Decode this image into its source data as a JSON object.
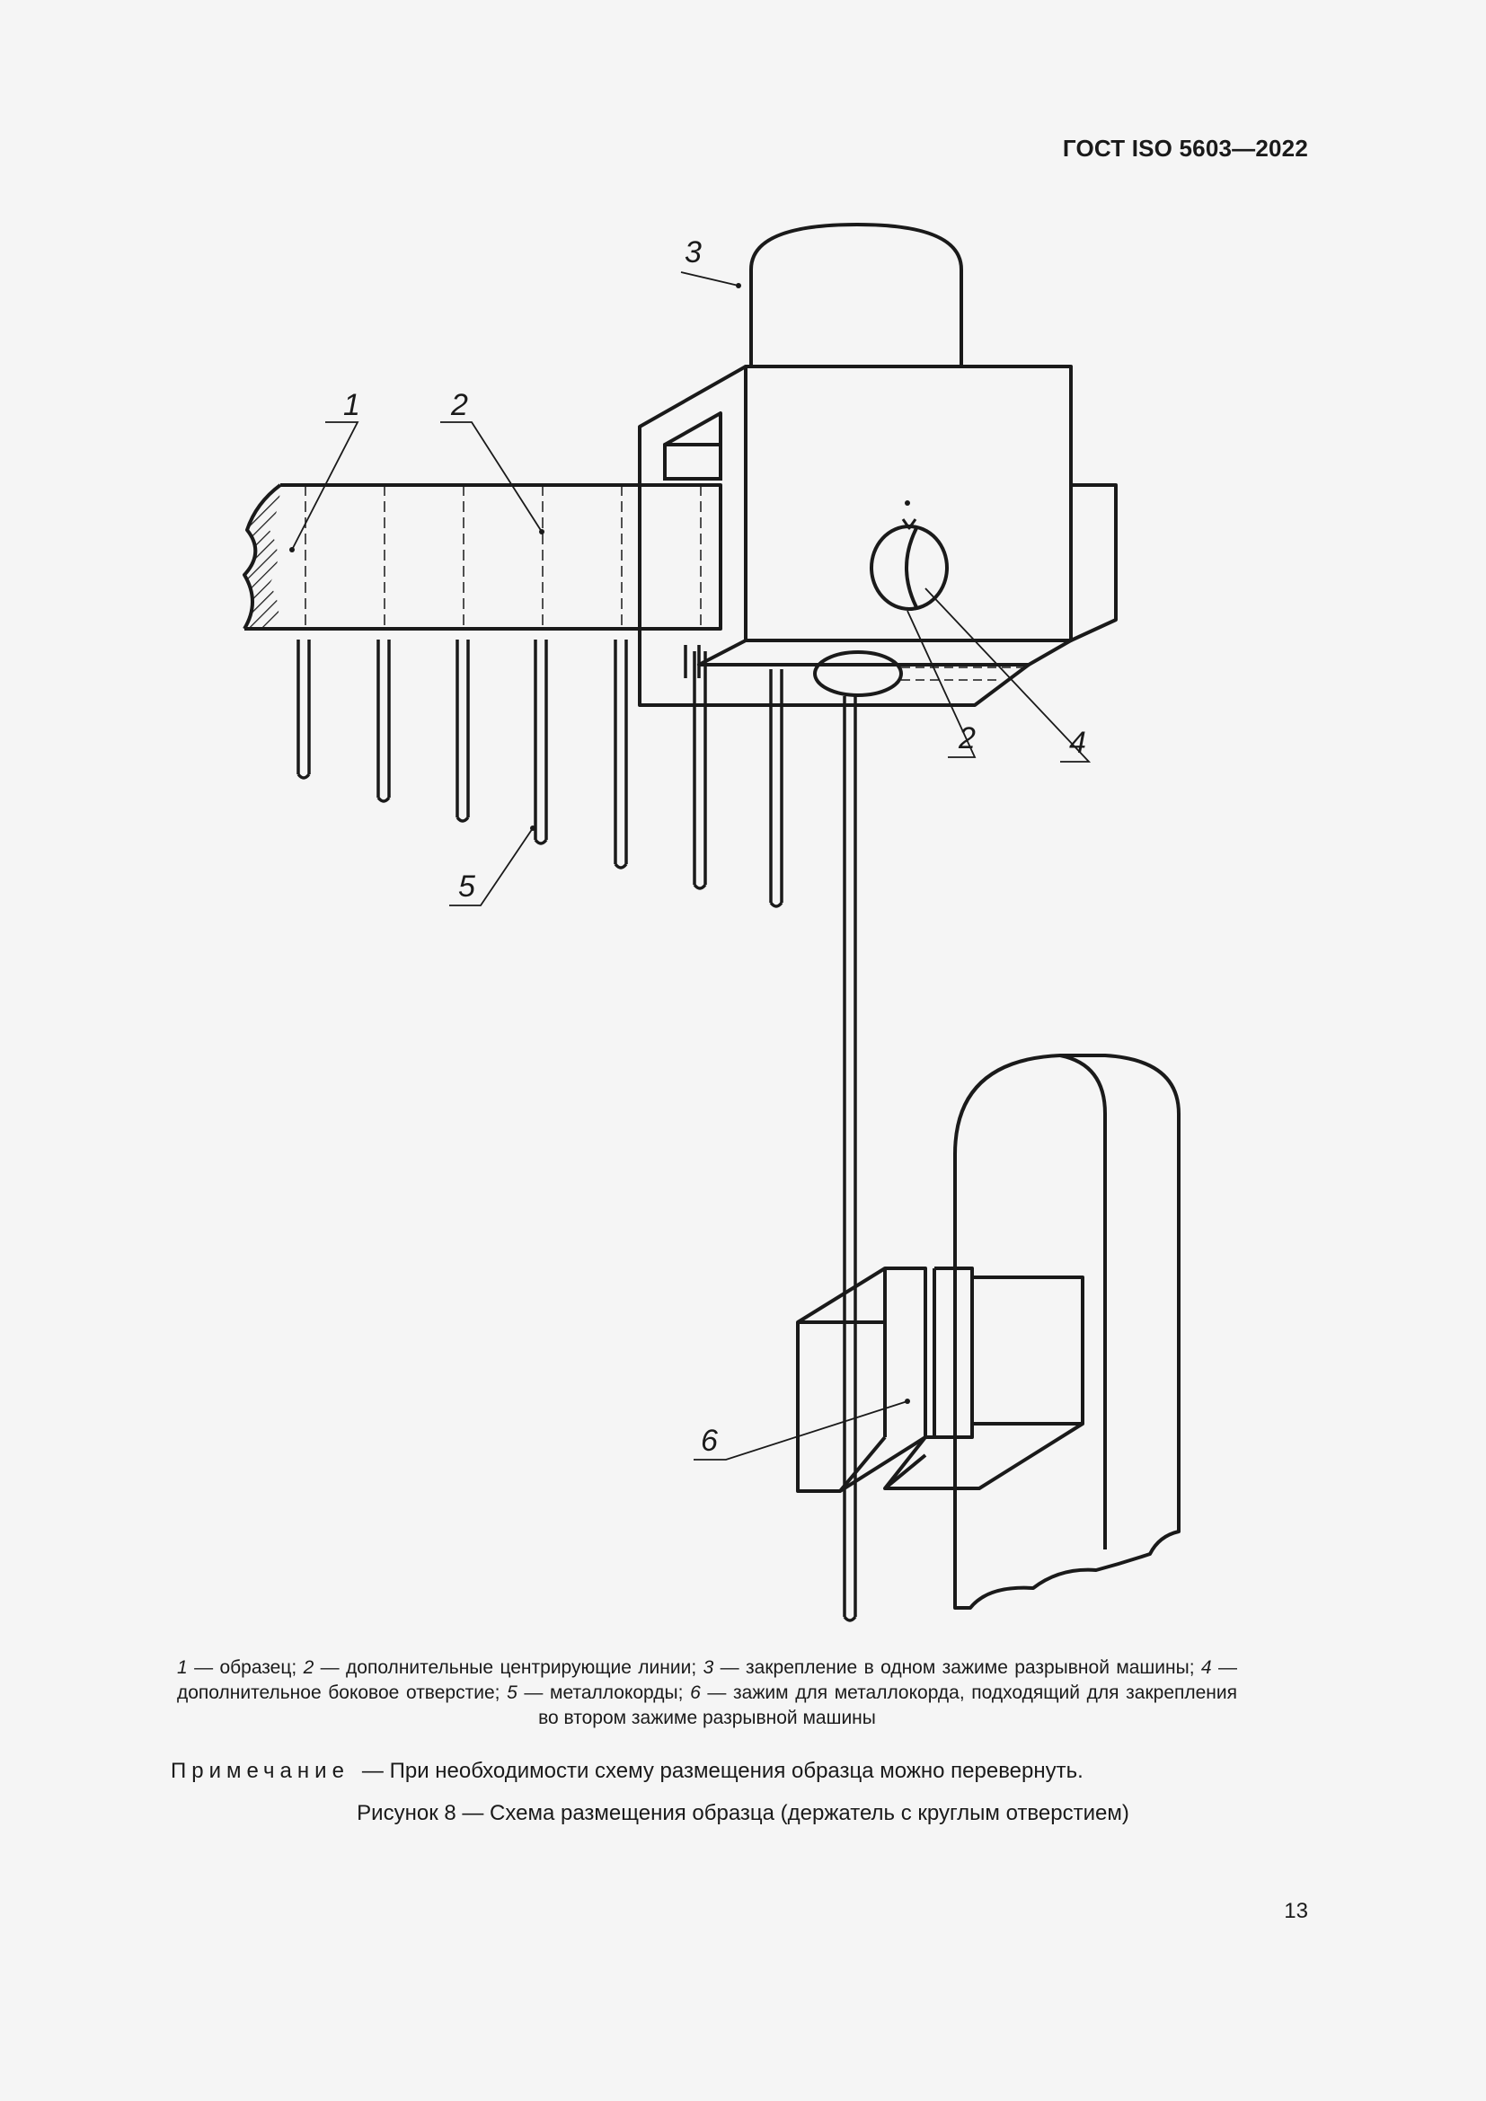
{
  "header": {
    "doc_code": "ГОСТ ISO 5603—2022"
  },
  "figure": {
    "labels": {
      "l1": "1",
      "l2": "2",
      "l2b": "2",
      "l3": "3",
      "l4": "4",
      "l5": "5",
      "l6": "6"
    }
  },
  "legend": {
    "items": [
      {
        "num": "1",
        "text": " — образец; "
      },
      {
        "num": "2",
        "text": " — дополнительные центрирующие линии; "
      },
      {
        "num": "3",
        "text": " — закрепление в одном зажиме разрывной машины; "
      },
      {
        "num": "4",
        "text": " — дополнительное боковое отверстие; "
      },
      {
        "num": "5",
        "text": " — металлокорды; "
      },
      {
        "num": "6",
        "text": " — зажим для металлокорда, подходящий для закрепления во втором зажиме разрывной машины"
      }
    ]
  },
  "note": {
    "label": "Примечание",
    "text": "— При необходимости схему размещения образца можно перевернуть."
  },
  "caption": "Рисунок 8 — Схема размещения образца (держатель с круглым отверстием)",
  "page_number": "13",
  "colors": {
    "ink": "#1a1a1a",
    "paper": "#f5f5f5"
  }
}
